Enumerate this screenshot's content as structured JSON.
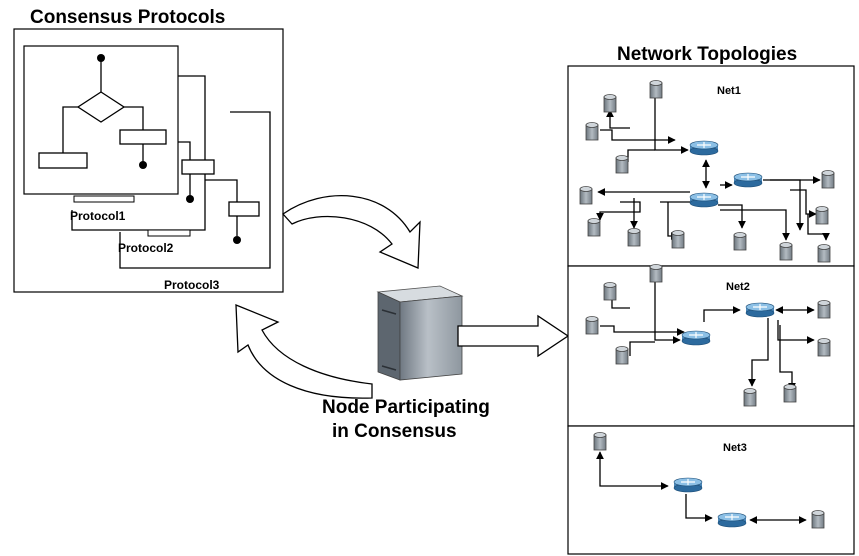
{
  "consensus": {
    "title": "Consensus Protocols",
    "protocols": [
      "Protocol1",
      "Protocol2",
      "Protocol3"
    ]
  },
  "node": {
    "caption_line1": "Node Participating",
    "caption_line2": "in Consensus"
  },
  "topologies": {
    "title": "Network Topologies",
    "nets": [
      "Net1",
      "Net2",
      "Net3"
    ]
  },
  "icons": [
    "server-icon",
    "router-icon",
    "database-icon",
    "flowchart-icon"
  ],
  "colors": {
    "server_body": "#9aa3ab",
    "router_body": "#3d7fb5",
    "database_body": "#7f8890"
  }
}
